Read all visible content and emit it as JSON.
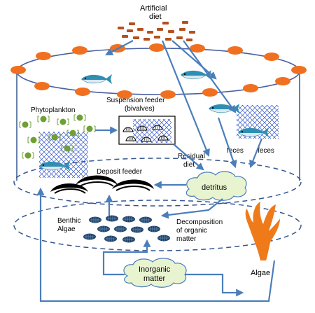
{
  "labels": {
    "artificial_diet_line1": "Artificial",
    "artificial_diet_line2": "diet",
    "phytoplankton": "Phytoplankton",
    "suspension_feeder_line1": "Suspension feeder",
    "suspension_feeder_line2": "(bivalves)",
    "residual_diet_line1": "Residual",
    "residual_diet_line2": "diet",
    "feces_left": "feces",
    "feces_right": "feces",
    "deposit_feeder": "Deposit feeder",
    "detritus": "detritus",
    "decomposition_line1": "Decomposition",
    "decomposition_line2": "of organic",
    "decomposition_line3": "matter",
    "benthic_algae_line1": "Benthic",
    "benthic_algae_line2": "Algae",
    "inorganic_matter_line1": "Inorganic",
    "inorganic_matter_line2": "matter",
    "algae": "Algae"
  },
  "colors": {
    "arrow": "#4a7ebb",
    "float": "#f07020",
    "pellet": "#b5501e",
    "phytoplankton": "#6f9f35",
    "cloud_fill": "#e8f3d0",
    "seaweed": "#ef7a1a",
    "net": "#3355cc",
    "benthic_algae": "#1f4068"
  },
  "icons": [
    "feed-pellet-icon",
    "fish-icon",
    "net-icon",
    "phytoplankton-icon",
    "bivalve-icon",
    "deposit-feeder-icon",
    "benthic-algae-icon",
    "seaweed-icon",
    "cloud-icon"
  ]
}
